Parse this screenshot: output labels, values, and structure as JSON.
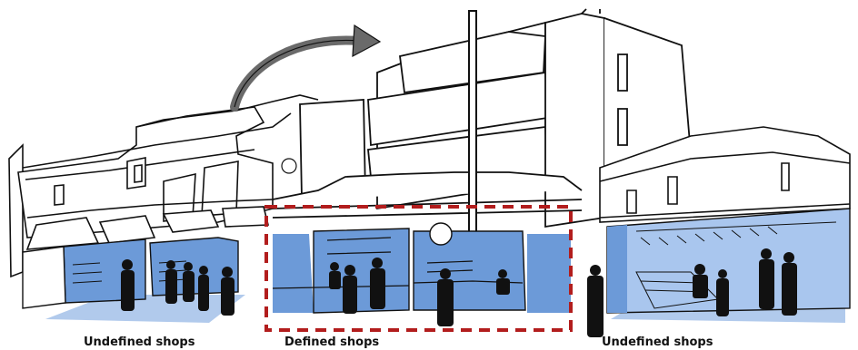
{
  "labels": {
    "left_group": "Undefined shops",
    "middle_group": "Defined shops",
    "right_group": "Undefined shops"
  },
  "colors": {
    "shop_fill": "#6c9ad8",
    "shop_fill_light": "#a9c6ee",
    "ground_shadow": "#a8c4ea",
    "highlight_box": "#b21d1d",
    "line": "#111111",
    "arrow": "#6a6a6a"
  },
  "icons": [
    "curved-arrow-icon",
    "dashed-highlight-box",
    "people-silhouettes"
  ]
}
